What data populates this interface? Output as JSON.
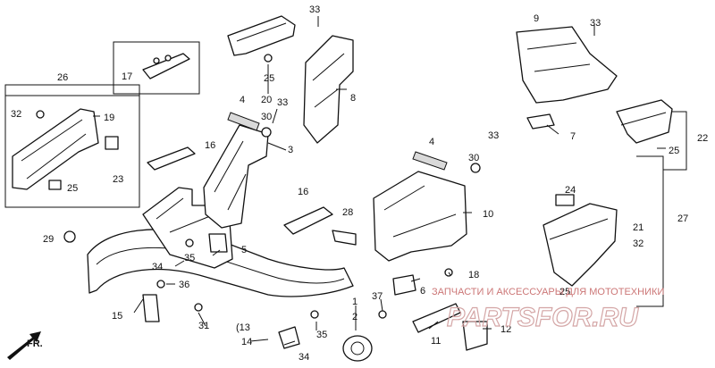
{
  "callouts": [
    {
      "id": "c1",
      "text": "1"
    },
    {
      "id": "c2",
      "text": "2"
    },
    {
      "id": "c3",
      "text": "3"
    },
    {
      "id": "c4a",
      "text": "4"
    },
    {
      "id": "c4b",
      "text": "4"
    },
    {
      "id": "c5",
      "text": "5"
    },
    {
      "id": "c6",
      "text": "6"
    },
    {
      "id": "c7",
      "text": "7"
    },
    {
      "id": "c8",
      "text": "8"
    },
    {
      "id": "c9",
      "text": "9"
    },
    {
      "id": "c10",
      "text": "10"
    },
    {
      "id": "c11",
      "text": "11"
    },
    {
      "id": "c12",
      "text": "12"
    },
    {
      "id": "c13",
      "text": "(13"
    },
    {
      "id": "c14",
      "text": "14"
    },
    {
      "id": "c15",
      "text": "15"
    },
    {
      "id": "c16a",
      "text": "16"
    },
    {
      "id": "c16b",
      "text": "16"
    },
    {
      "id": "c17",
      "text": "17"
    },
    {
      "id": "c18",
      "text": "18"
    },
    {
      "id": "c19",
      "text": "19"
    },
    {
      "id": "c20",
      "text": "20"
    },
    {
      "id": "c21",
      "text": "21"
    },
    {
      "id": "c22",
      "text": "22"
    },
    {
      "id": "c23",
      "text": "23"
    },
    {
      "id": "c24",
      "text": "24"
    },
    {
      "id": "c25a",
      "text": "25"
    },
    {
      "id": "c25b",
      "text": "25"
    },
    {
      "id": "c25c",
      "text": "25"
    },
    {
      "id": "c25d",
      "text": "25"
    },
    {
      "id": "c26",
      "text": "26"
    },
    {
      "id": "c27",
      "text": "27"
    },
    {
      "id": "c28",
      "text": "28"
    },
    {
      "id": "c29",
      "text": "29"
    },
    {
      "id": "c30a",
      "text": "30"
    },
    {
      "id": "c30b",
      "text": "30"
    },
    {
      "id": "c31",
      "text": "31"
    },
    {
      "id": "c32a",
      "text": "32"
    },
    {
      "id": "c32b",
      "text": "32"
    },
    {
      "id": "c33a",
      "text": "33"
    },
    {
      "id": "c33b",
      "text": "33"
    },
    {
      "id": "c33c",
      "text": "33"
    },
    {
      "id": "c33d",
      "text": "33"
    },
    {
      "id": "c34a",
      "text": "34"
    },
    {
      "id": "c34b",
      "text": "34"
    },
    {
      "id": "c35a",
      "text": "35"
    },
    {
      "id": "c35b",
      "text": "35"
    },
    {
      "id": "c36",
      "text": "36"
    },
    {
      "id": "c37",
      "text": "37"
    }
  ],
  "direction_label": "FR.",
  "watermark": {
    "line1": "ЗАПЧАСТИ И АКСЕССУАРЫ ДЛЯ МОТОТЕХНИКИ",
    "line2": "PARTSFOR.RU"
  },
  "colors": {
    "line": "#111111",
    "watermark": "#cc7777",
    "background": "#ffffff"
  }
}
